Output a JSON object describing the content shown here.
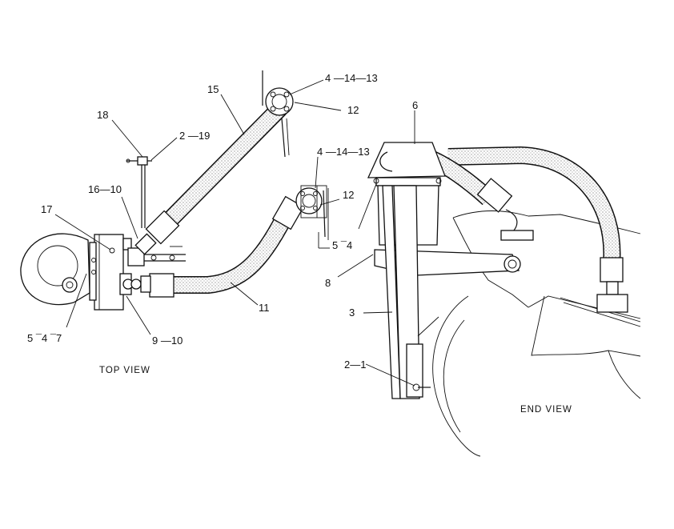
{
  "labels": {
    "part_15": "15",
    "part_4_14_13_top": "4 —14—13",
    "part_12_top": "12",
    "part_18": "18",
    "part_2_19": "2 —19",
    "part_4_14_13_mid": "4 —14—13",
    "part_12_mid": "12",
    "part_16_10": "16—10",
    "part_17": "17",
    "part_5_4_mid": "5  ¯4",
    "part_11": "11",
    "part_5_4_7": "5  ¯4  ¯7",
    "part_9_10": "9 —10",
    "part_6": "6",
    "part_8": "8",
    "part_3": "3",
    "part_2_1": "2—1"
  },
  "views": {
    "top": "TOP  VIEW",
    "end": "END  VIEW"
  }
}
